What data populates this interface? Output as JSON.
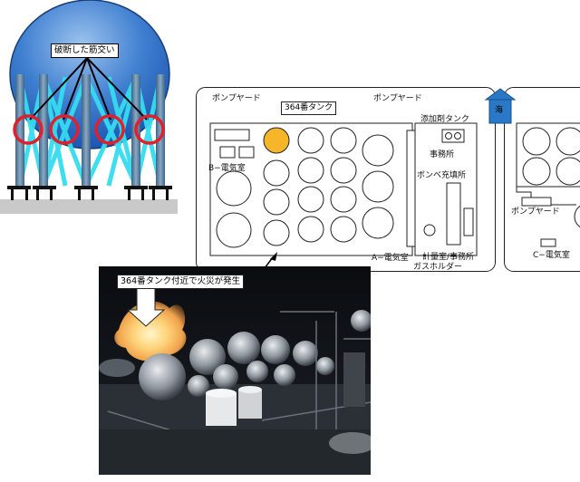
{
  "tank_diagram": {
    "callout": "破断した筋交い",
    "colors": {
      "sphere_top": "#6fa2dc",
      "sphere_bottom": "#1b56b0",
      "column": "#5b7f9d",
      "brace": "#34dcef",
      "break_circle": "#e0202a",
      "ground": "#c9c9c9"
    }
  },
  "site_plan": {
    "pump_yard_left": "ポンプヤード",
    "pump_yard_right": "ポンプヤード",
    "tank_364": "364番タンク",
    "additive_tank": "添加剤タンク",
    "office": "事務所",
    "b_electric_room": "B−電気室",
    "cylinder_filling": "ボンベ充填所",
    "a_electric_room": "A−電気室",
    "metering_office": "計量室/事務所",
    "gas_holder": "ガスホルダー",
    "sea": "海",
    "pump_yard_east": "ポンプヤード",
    "c_electric_room": "C−電気室",
    "colors": {
      "highlight_tank": "#f7b52a",
      "sea_arrow": "#2a79c8"
    }
  },
  "photo": {
    "caption": "364番タンク付近で火災が発生"
  }
}
